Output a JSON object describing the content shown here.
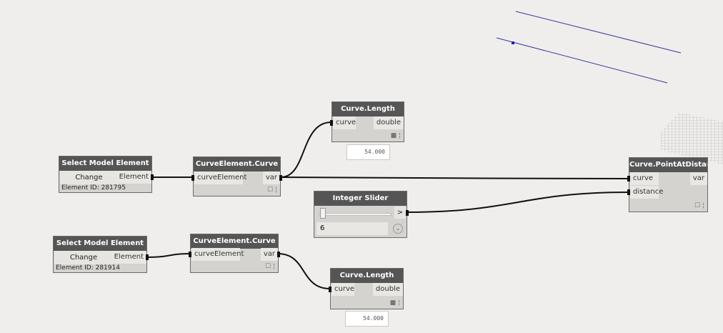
{
  "nodes": {
    "select1": {
      "title": "Select Model Element",
      "button": "Change",
      "output": "Element",
      "id_text": "Element ID: 281795"
    },
    "curve1": {
      "title": "CurveElement.Curve",
      "input": "curveElement",
      "output": "var"
    },
    "length1": {
      "title": "Curve.Length",
      "input": "curve",
      "output": "double",
      "value": "54.000"
    },
    "pad": {
      "title": "Curve.PointAtDistance",
      "inputs": [
        "curve",
        "distance"
      ],
      "output": "var"
    },
    "slider": {
      "title": "Integer Slider",
      "step_button": ">",
      "value": "6",
      "value_fraction": 0.05
    },
    "select2": {
      "title": "Select Model Element",
      "button": "Change",
      "output": "Element",
      "id_text": "Element ID: 281914"
    },
    "curve2": {
      "title": "CurveElement.Curve",
      "input": "curveElement",
      "output": "var"
    },
    "length2": {
      "title": "Curve.Length",
      "input": "curve",
      "output": "double",
      "value": "54.000"
    }
  },
  "colors": {
    "background": "#efeeec",
    "header": "#555555",
    "body": "#d4d3d0",
    "preview_line": "#3a3a9a"
  }
}
